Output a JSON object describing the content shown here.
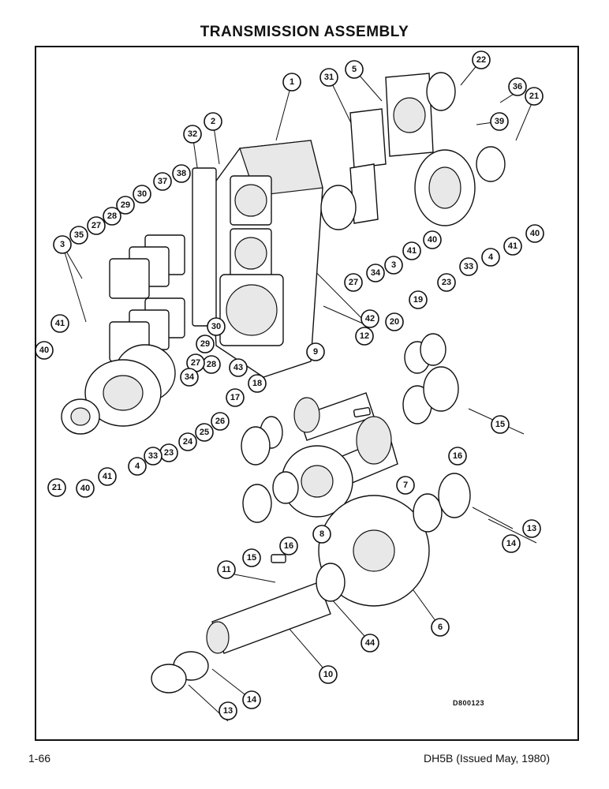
{
  "header": {
    "title": "TRANSMISSION ASSEMBLY"
  },
  "figure": {
    "code": "D800123"
  },
  "footer": {
    "page": "1-66",
    "doc_ref": "DH5B (Issued May, 1980)"
  },
  "callouts": [
    "1",
    "2",
    "3",
    "4",
    "5",
    "6",
    "7",
    "8",
    "9",
    "10",
    "11",
    "12",
    "13",
    "14",
    "15",
    "16",
    "17",
    "18",
    "19",
    "20",
    "21",
    "22",
    "23",
    "24",
    "25",
    "26",
    "27",
    "28",
    "29",
    "30",
    "31",
    "32",
    "33",
    "34",
    "35",
    "36",
    "37",
    "38",
    "39",
    "40",
    "41",
    "42",
    "43",
    "44"
  ]
}
